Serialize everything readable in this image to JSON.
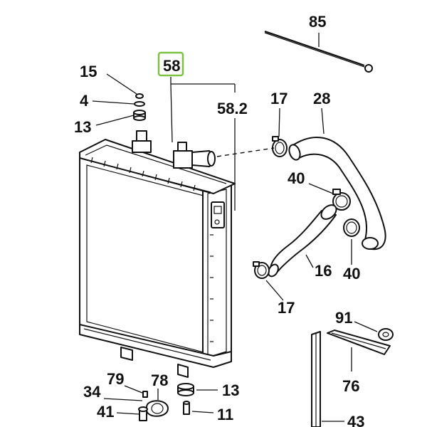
{
  "callouts": {
    "c85": "85",
    "c58": "58",
    "c58_2": "58.2",
    "c15": "15",
    "c4": "4",
    "c13_top": "13",
    "c17_top": "17",
    "c28": "28",
    "c40_top": "40",
    "c40_bottom": "40",
    "c16": "16",
    "c17_bottom": "17",
    "c91": "91",
    "c76": "76",
    "c79": "79",
    "c78": "78",
    "c34": "34",
    "c13_bottom": "13",
    "c41": "41",
    "c11": "11",
    "c43": "43"
  },
  "highlight": {
    "callout": "58",
    "color": "#7cc242"
  }
}
